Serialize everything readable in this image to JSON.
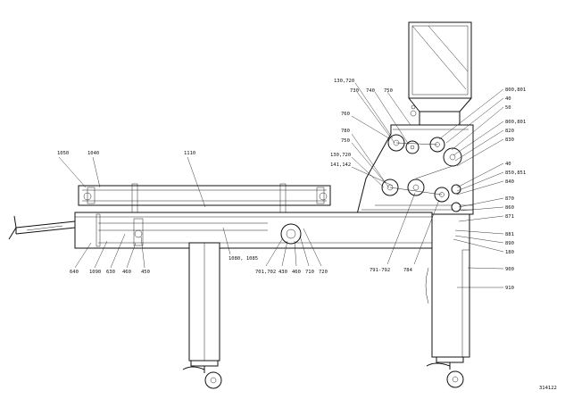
{
  "drawing": {
    "number": "314122",
    "callouts": {
      "c1050": "1050",
      "c1040": "1040",
      "c1110": "1110",
      "c640": "640",
      "c1090": "1090",
      "c630": "630",
      "c460a": "460",
      "c450": "450",
      "c1080": "1080, 1085",
      "c701": "701,702",
      "c430": "430",
      "c460b": "460",
      "c710": "710",
      "c720": "720",
      "c791": "791-792",
      "c784": "784",
      "c130a": "130,720",
      "c730": "730",
      "c740": "740",
      "c750a": "750",
      "c760": "760",
      "c780": "780",
      "c750b": "750",
      "c130b": "130,720",
      "c141": "141,142",
      "c800a": "800,801",
      "c40a": "40",
      "c50": "50",
      "c800b": "800,801",
      "c820": "820",
      "c830": "830",
      "c40b": "40",
      "c850": "850,851",
      "c840": "840",
      "c870": "870",
      "c860": "860",
      "c871": "871",
      "c881": "881",
      "c890": "890",
      "c180": "180",
      "c900": "900",
      "c910": "910"
    }
  }
}
